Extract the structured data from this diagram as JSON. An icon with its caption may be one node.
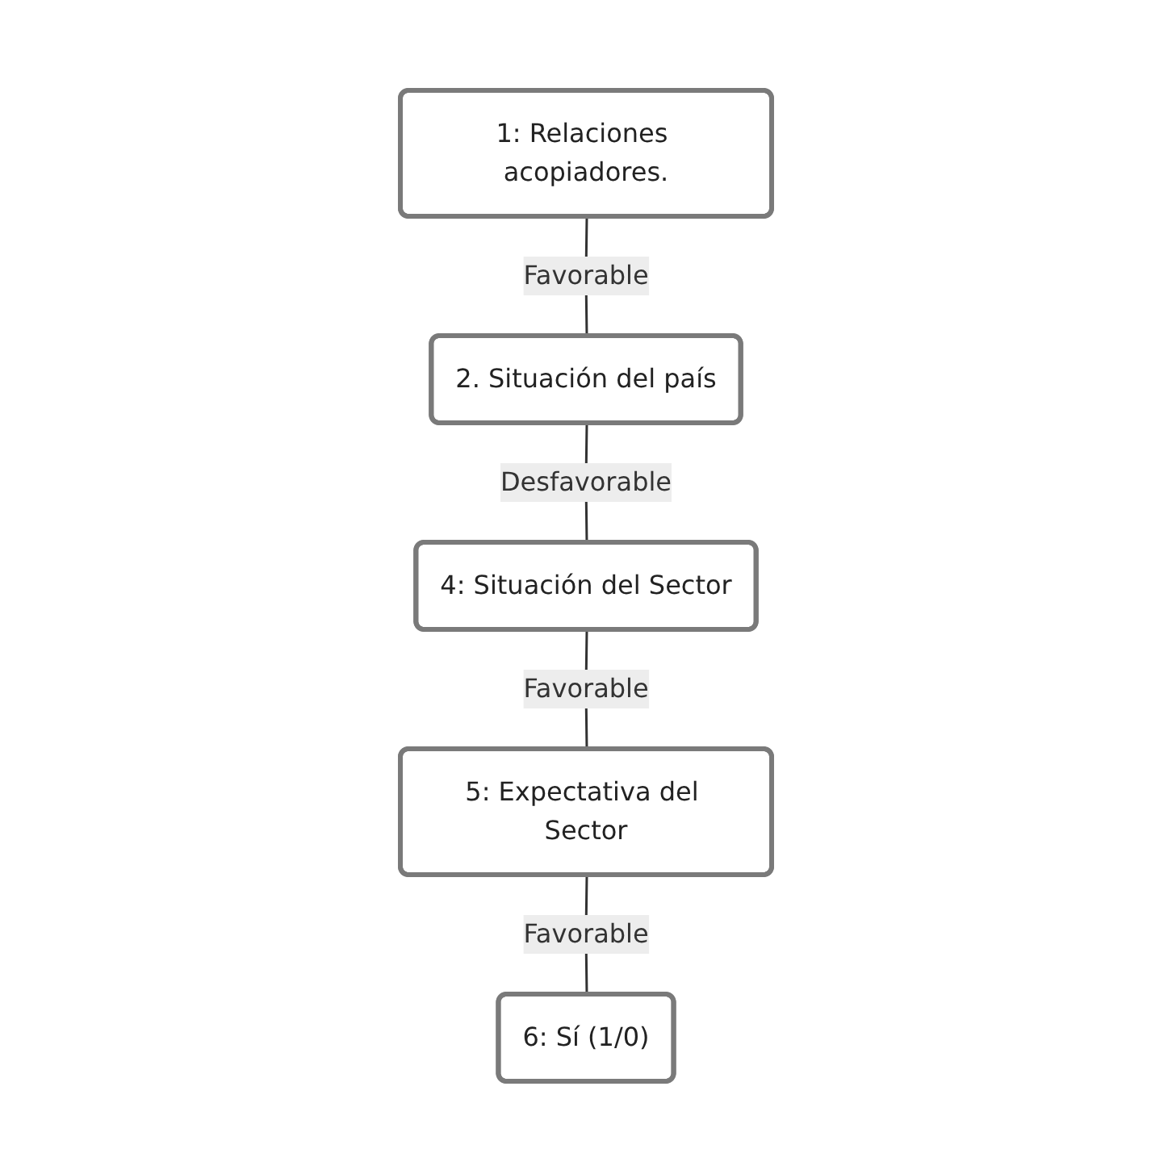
{
  "diagram": {
    "nodes": [
      {
        "text": [
          "1: Relaciones acopiadores."
        ]
      },
      {
        "text": [
          "2. Situación del país"
        ]
      },
      {
        "text": [
          "4: Situación del Sector"
        ]
      },
      {
        "text": [
          "5: Expectativa del Sector"
        ]
      },
      {
        "text": [
          "6: Sí (1/0)"
        ]
      }
    ],
    "edges": [
      {
        "from": 0,
        "to": 1,
        "arrow": "none",
        "label": "Favorable"
      },
      {
        "from": 1,
        "to": 2,
        "arrow": "none",
        "label": "Desfavorable"
      },
      {
        "from": 2,
        "to": 3,
        "arrow": "none",
        "label": "Favorable"
      },
      {
        "from": 3,
        "to": 4,
        "arrow": "none",
        "label": "Favorable"
      }
    ]
  }
}
